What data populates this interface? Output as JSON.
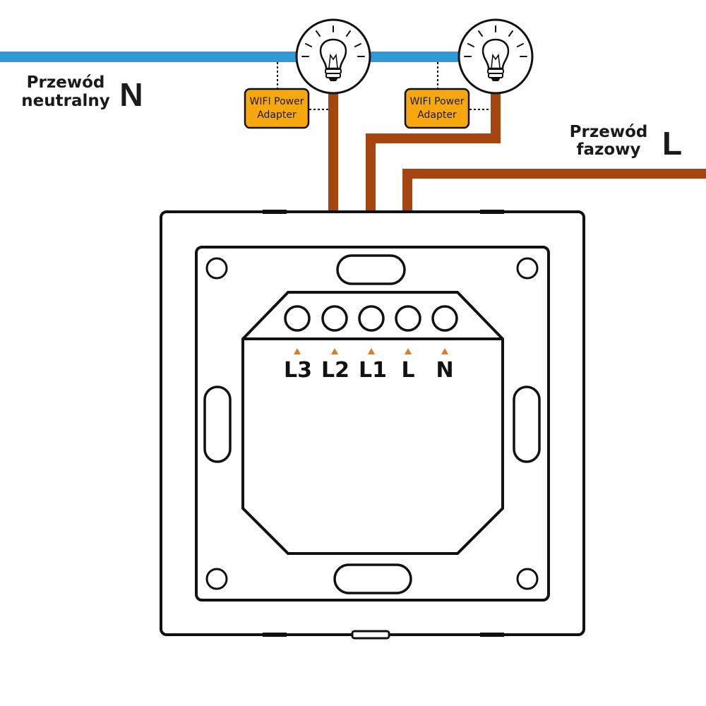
{
  "neutral": {
    "label_line1": "Przewód",
    "label_line2": "neutralny",
    "letter": "N"
  },
  "phase": {
    "label_line1": "Przewód",
    "label_line2": "fazowy",
    "letter": "L"
  },
  "adapters": [
    {
      "line1": "WIFI Power",
      "line2": "Adapter"
    },
    {
      "line1": "WIFI Power",
      "line2": "Adapter"
    }
  ],
  "terminals": [
    "L3",
    "L2",
    "L1",
    "L",
    "N"
  ],
  "colors": {
    "neutral_wire": "#2f9ad6",
    "phase_wire": "#a5450f",
    "adapter_fill": "#f7a80e",
    "marker": "#e07b22",
    "outline": "#111111"
  }
}
